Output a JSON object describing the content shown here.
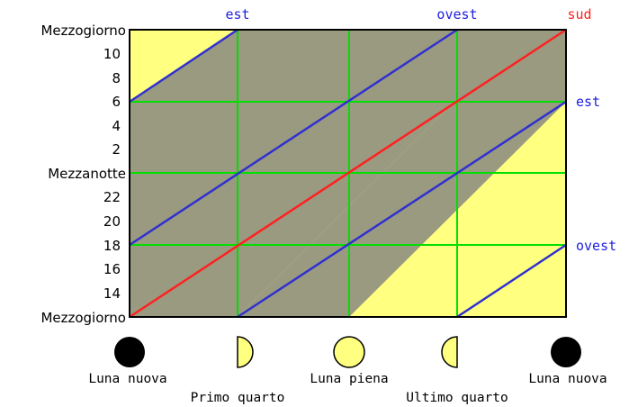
{
  "y_labels": {
    "top": "Mezzogiorno",
    "h10": "10",
    "h8": "8",
    "h6": "6",
    "h4": "4",
    "h2": "2",
    "midnight": "Mezzanotte",
    "h22": "22",
    "h20": "20",
    "h18": "18",
    "h16": "16",
    "h14": "14",
    "bottom": "Mezzogiorno"
  },
  "top_labels": {
    "est": "est",
    "ovest": "ovest",
    "sud": "sud"
  },
  "right_labels": {
    "est": "est",
    "ovest": "ovest"
  },
  "phases": {
    "new1": "Luna nuova",
    "first_quarter": "Primo quarto",
    "full": "Luna piena",
    "last_quarter": "Ultimo quarto",
    "new2": "Luna nuova"
  },
  "colors": {
    "day_fill": "#ffff80",
    "night_fill": "#9a9a80",
    "grid": "#00e000",
    "horizon_line": "#3030d0",
    "south_line": "#ff2020",
    "moon_fill": "#ffff80",
    "moon_dark": "#000000"
  }
}
